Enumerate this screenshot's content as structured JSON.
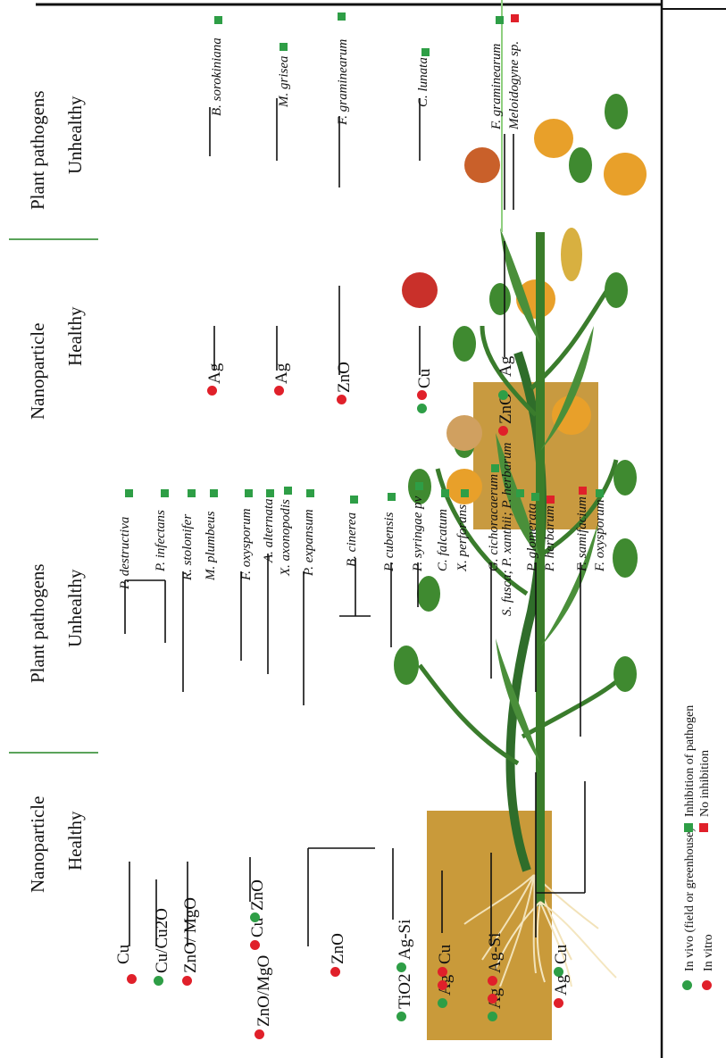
{
  "colors": {
    "green": "#2e9e46",
    "red": "#e0202a",
    "soil": "#c99a3a",
    "stem": "#2f6d2a",
    "leaf": "#3f8a30"
  },
  "headers": {
    "nanoparticle": "Nanoparticle",
    "healthy": "Healthy",
    "plant_pathogens": "Plant pathogens",
    "unhealthy": "Unhealthy"
  },
  "tomato": {
    "nanoparticles": [
      "Cu",
      "Cu/Cu2O",
      "ZnO/ MgO",
      "ZnO/MgO",
      "Cu",
      "ZnO",
      "ZnO",
      "TiO2",
      "Ag-Si",
      "Ag",
      "Cu",
      "Ag",
      "Ag-Si",
      "Ag",
      "Cu"
    ],
    "pathogens": [
      "P. destructiva",
      "P. infectans",
      "R. stolonifer",
      "M. plumbeus",
      "F. oxysporum",
      "A. alternata",
      "X. axonopodis",
      "P. expansum",
      "B. cinerea",
      "P. cubensis",
      "P. syringae pv",
      "C. falcatum",
      "X. perforans",
      "G. cichoracaerum",
      "S. fusca; P. xanthii; P. herbarum",
      "P. glomerata",
      "P. herbarum",
      "F. samifacium",
      "F. oxysporum"
    ]
  },
  "maize": {
    "nanoparticles": [
      "Ag",
      "Ag",
      "ZnO",
      "Cu",
      "ZnO",
      "Ag"
    ],
    "pathogens": [
      "B. sorokiniana",
      "M. grisea",
      "F. graminearum",
      "C. lunata",
      "F. graminearum",
      "Meloidogyne sp."
    ]
  },
  "legend": {
    "in_vivo": "In vivo (field or greenhouse)",
    "in_vitro": "In vitro",
    "inhibition": "Inhibition of pathogen",
    "no_inhibition": "No inhibition"
  }
}
